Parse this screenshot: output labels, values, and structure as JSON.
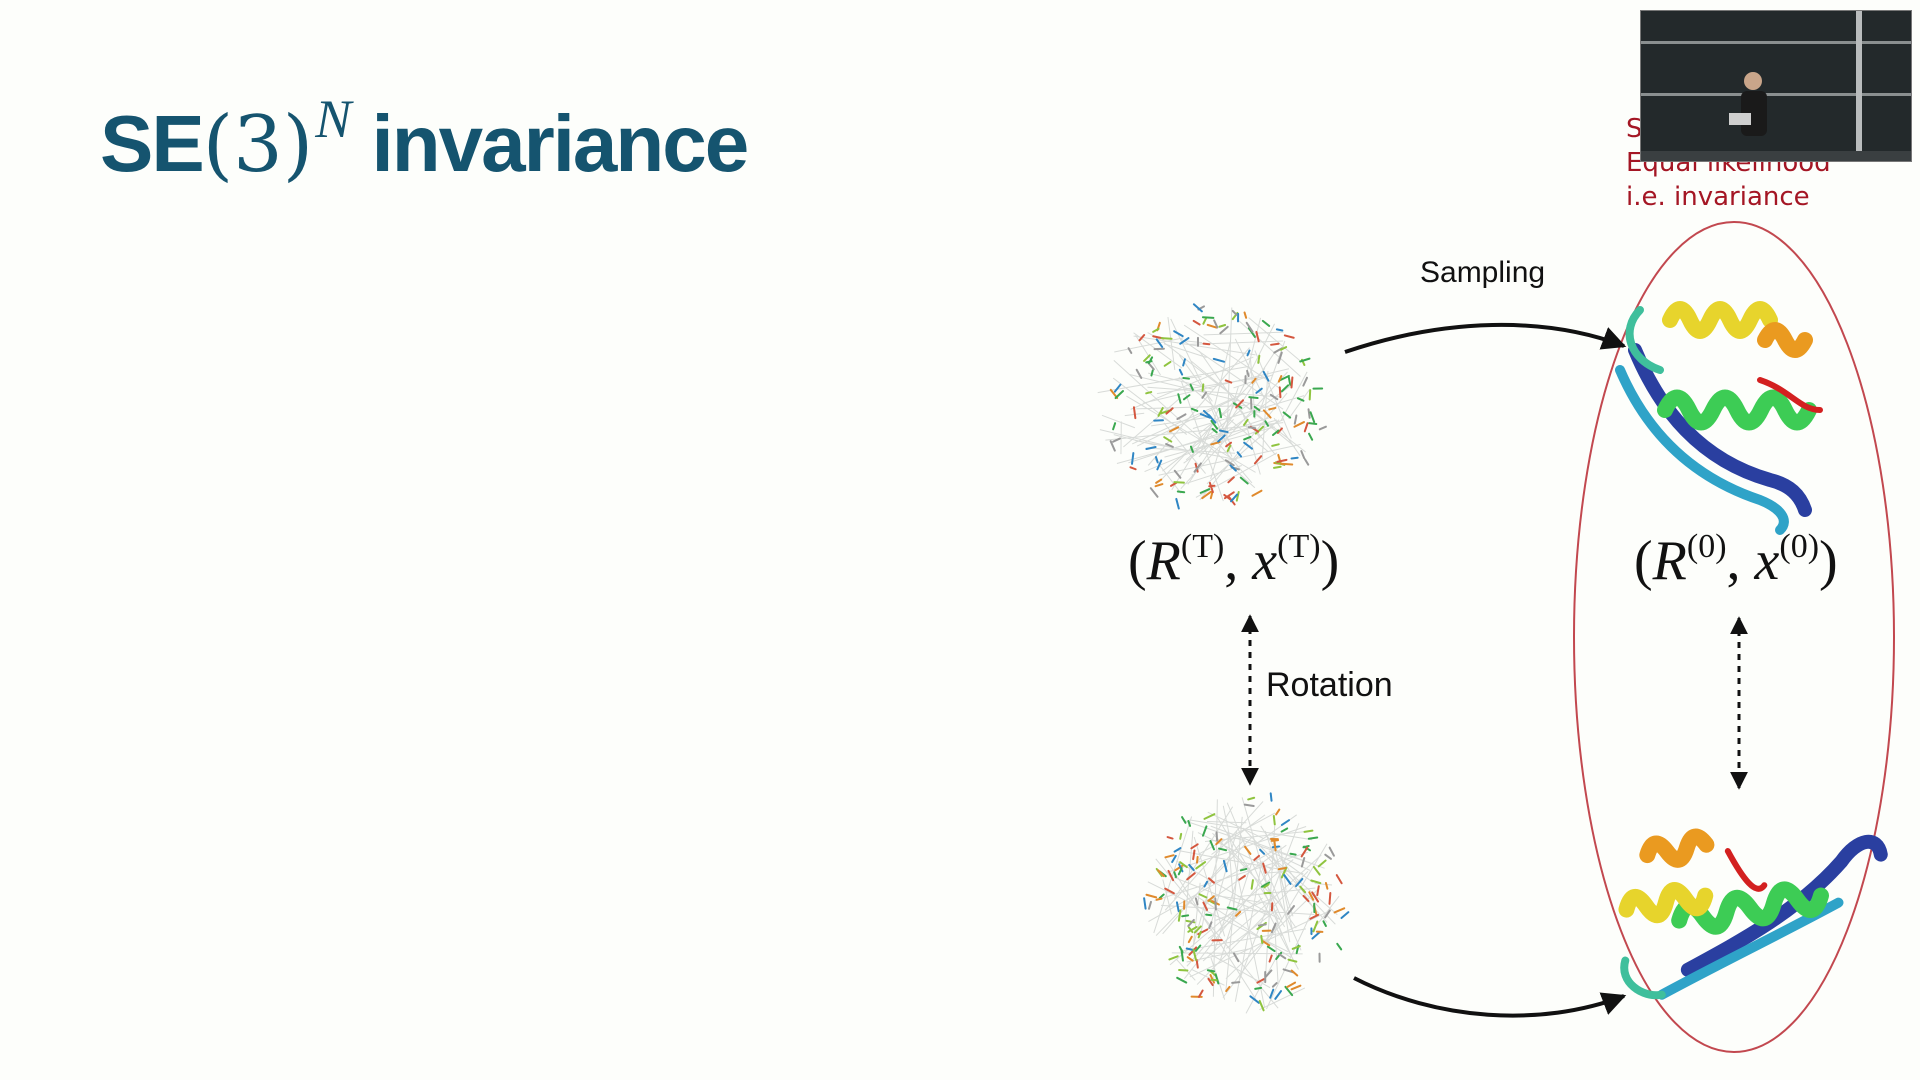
{
  "slide": {
    "title": {
      "prefix": "SE",
      "group": "(3)",
      "superscript": "N",
      "suffix": "invariance"
    },
    "arrows": {
      "sampling_label": "Sampling",
      "rotation_label": "Rotation"
    },
    "states": {
      "noisy": {
        "open": "(",
        "R": "R",
        "sup1": "(T)",
        "comma": ", ",
        "x": "x",
        "sup2": "(T)",
        "close": ")"
      },
      "sample": {
        "open": "(",
        "R": "R",
        "sup1": "(0)",
        "comma": ", ",
        "x": "x",
        "sup2": "(0)",
        "close": ")"
      }
    },
    "annotation": {
      "line1": "S",
      "line2": "Equal likelihood",
      "line3": "i.e. invariance",
      "color": "#a41624"
    },
    "colors": {
      "title": "#15546f",
      "background": "#fdfefb",
      "ellipse": "#c2484f"
    },
    "graphics": {
      "noise_cloud": "random-noise-point-cloud",
      "protein": "protein-ribbon-structure",
      "webcam": "presenter-webcam-feed"
    }
  }
}
